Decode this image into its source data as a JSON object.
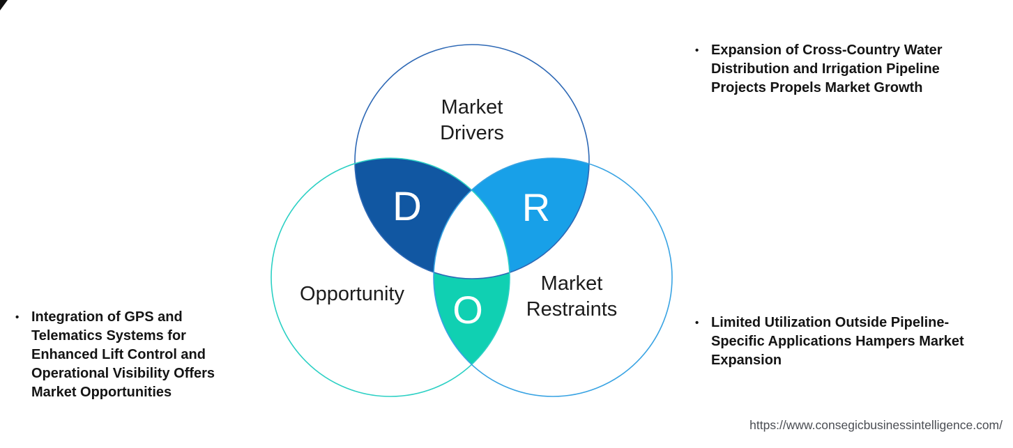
{
  "venn": {
    "drivers_label": "Market\nDrivers",
    "opportunity_label": "Opportunity",
    "restraints_label": "Market\nRestraints",
    "drivers_letter": "D",
    "restraints_letter": "R",
    "opportunity_letter": "O",
    "colors": {
      "drivers_fill": "#1157a2",
      "restraints_fill": "#18a0e8",
      "opportunity_fill": "#10d0b2",
      "drivers_stroke": "#2d68b5",
      "opportunity_stroke": "#2bd0c4",
      "restraints_stroke": "#38a3e3",
      "center_fill": "#ffffff"
    }
  },
  "bullets": {
    "driver": {
      "marker": "•",
      "text": "Expansion of Cross-Country Water\nDistribution and Irrigation Pipeline\nProjects Propels Market Growth"
    },
    "restraint": {
      "marker": "•",
      "text": "Limited Utilization Outside Pipeline-\nSpecific Applications Hampers Market\nExpansion"
    },
    "opportunity": {
      "marker": "•",
      "text": "Integration of GPS and\nTelematics Systems for\nEnhanced Lift Control and\nOperational Visibility Offers\nMarket Opportunities"
    }
  },
  "footer": {
    "url": "https://www.consegicbusinessintelligence.com/"
  }
}
